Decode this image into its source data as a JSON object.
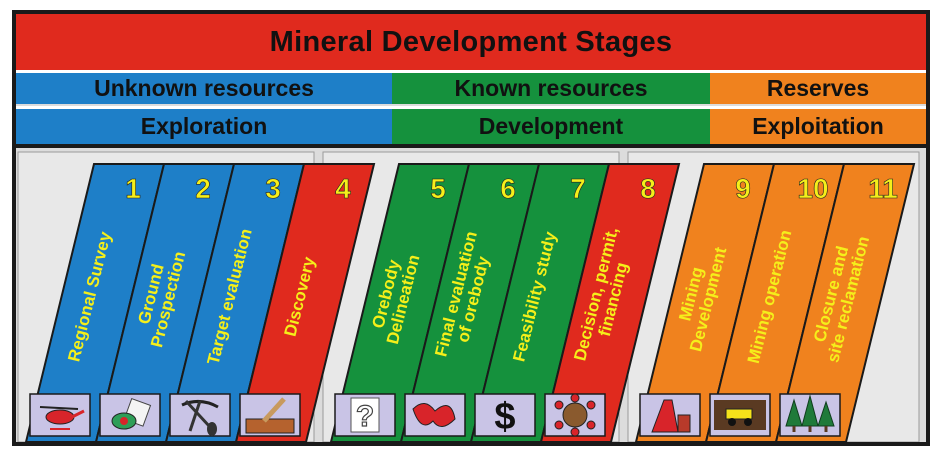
{
  "title": "Mineral Development Stages",
  "groups": [
    {
      "resource": "Unknown resources",
      "phase": "Exploration",
      "color": "#1e7fc8"
    },
    {
      "resource": "Known resources",
      "phase": "Development",
      "color": "#15913d"
    },
    {
      "resource": "Reserves",
      "phase": "Exploitation",
      "color": "#f0821e"
    }
  ],
  "stages": [
    {
      "num": "1",
      "lines": [
        "Regional Survey"
      ],
      "color": "#1e7fc8",
      "icon": "helicopter-icon"
    },
    {
      "num": "2",
      "lines": [
        "Ground",
        "Prospection"
      ],
      "color": "#1e7fc8",
      "icon": "compass-map-icon"
    },
    {
      "num": "3",
      "lines": [
        "Target evaluation"
      ],
      "color": "#1e7fc8",
      "icon": "pick-shovel-icon"
    },
    {
      "num": "4",
      "lines": [
        "Discovery"
      ],
      "color": "#e02a1e",
      "icon": "core-sample-icon"
    },
    {
      "num": "5",
      "lines": [
        "Orebody",
        "Delineation"
      ],
      "color": "#15913d",
      "icon": "question-mark-icon"
    },
    {
      "num": "6",
      "lines": [
        "Final evaluation",
        "of orebody"
      ],
      "color": "#15913d",
      "icon": "orebody-shape-icon"
    },
    {
      "num": "7",
      "lines": [
        "Feasibility study"
      ],
      "color": "#15913d",
      "icon": "dollar-sign-icon"
    },
    {
      "num": "8",
      "lines": [
        "Decision, permit,",
        "financing"
      ],
      "color": "#e02a1e",
      "icon": "meeting-table-icon"
    },
    {
      "num": "9",
      "lines": [
        "Mining",
        "Development"
      ],
      "color": "#f0821e",
      "icon": "headframe-icon"
    },
    {
      "num": "10",
      "lines": [
        "Mining operation"
      ],
      "color": "#f0821e",
      "icon": "mine-truck-icon"
    },
    {
      "num": "11",
      "lines": [
        "Closure and",
        "site reclamation"
      ],
      "color": "#f0821e",
      "icon": "trees-icon"
    }
  ]
}
